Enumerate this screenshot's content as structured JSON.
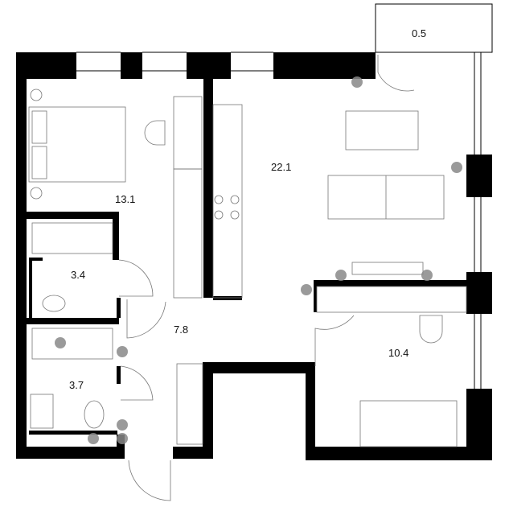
{
  "plan": {
    "rooms": [
      {
        "id": "balcony",
        "area": "0.5"
      },
      {
        "id": "bedroom-main",
        "area": "13.1"
      },
      {
        "id": "kitchen-living",
        "area": "22.1"
      },
      {
        "id": "bathroom-1",
        "area": "3.4"
      },
      {
        "id": "hallway",
        "area": "7.8"
      },
      {
        "id": "bathroom-2",
        "area": "3.7"
      },
      {
        "id": "bedroom-small",
        "area": "10.4"
      }
    ],
    "colors": {
      "wall": "#000000",
      "marker": "#888888"
    }
  }
}
